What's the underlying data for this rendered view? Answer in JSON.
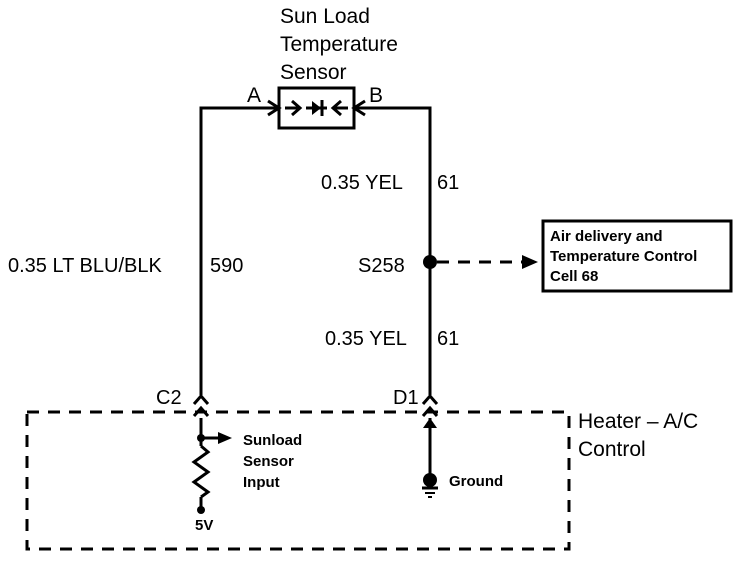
{
  "sensor": {
    "title_line1": "Sun Load",
    "title_line2": "Temperature",
    "title_line3": "Sensor",
    "pin_a": "A",
    "pin_b": "B"
  },
  "wires": {
    "left_wire": "0.35 LT BLU/BLK",
    "left_circuit": "590",
    "right_upper_wire": "0.35 YEL",
    "right_upper_circuit": "61",
    "right_lower_wire": "0.35 YEL",
    "right_lower_circuit": "61"
  },
  "splice": {
    "label": "S258"
  },
  "reference_box": {
    "line1": "Air delivery and",
    "line2": "Temperature Control",
    "line3": "Cell 68"
  },
  "module": {
    "name_line1": "Heater – A/C",
    "name_line2": "Control",
    "pin_c2": "C2",
    "pin_d1": "D1",
    "input_line1": "Sunload",
    "input_line2": "Sensor",
    "input_line3": "Input",
    "voltage": "5V",
    "ground": "Ground"
  }
}
